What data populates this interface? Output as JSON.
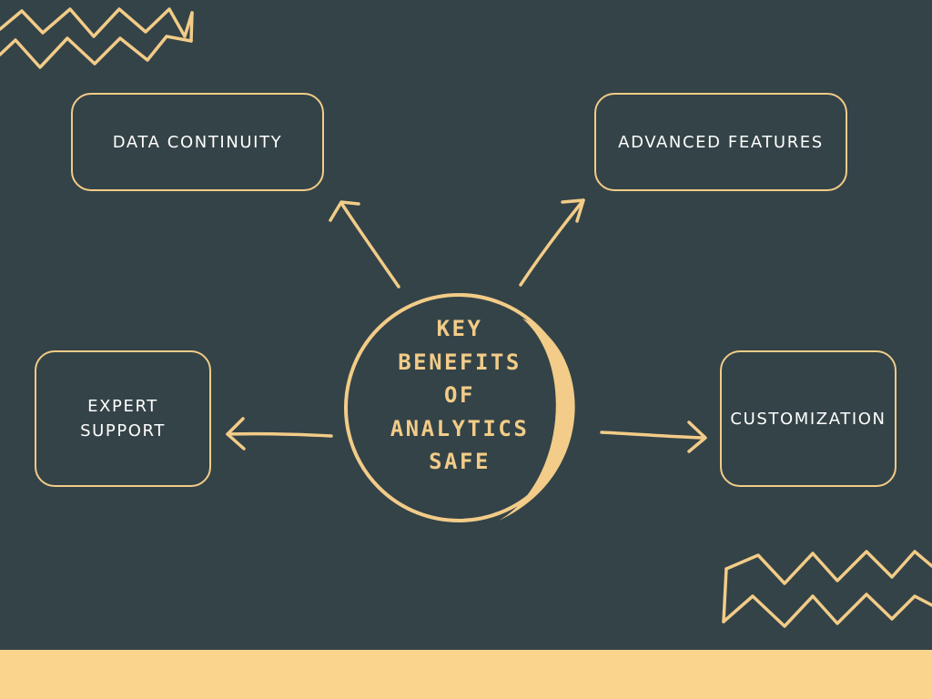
{
  "center": {
    "lines": [
      "KEY",
      "BENEFITS",
      "OF",
      "ANALYTICS",
      "SAFE"
    ]
  },
  "nodes": {
    "data_continuity": "DATA CONTINUITY",
    "advanced_features": "ADVANCED FEATURES",
    "expert_support": [
      "EXPERT",
      "SUPPORT"
    ],
    "customization": "CUSTOMIZATION"
  },
  "colors": {
    "background": "#344347",
    "accent": "#f2cc88",
    "footer": "#fad38c",
    "text": "#ffffff"
  }
}
